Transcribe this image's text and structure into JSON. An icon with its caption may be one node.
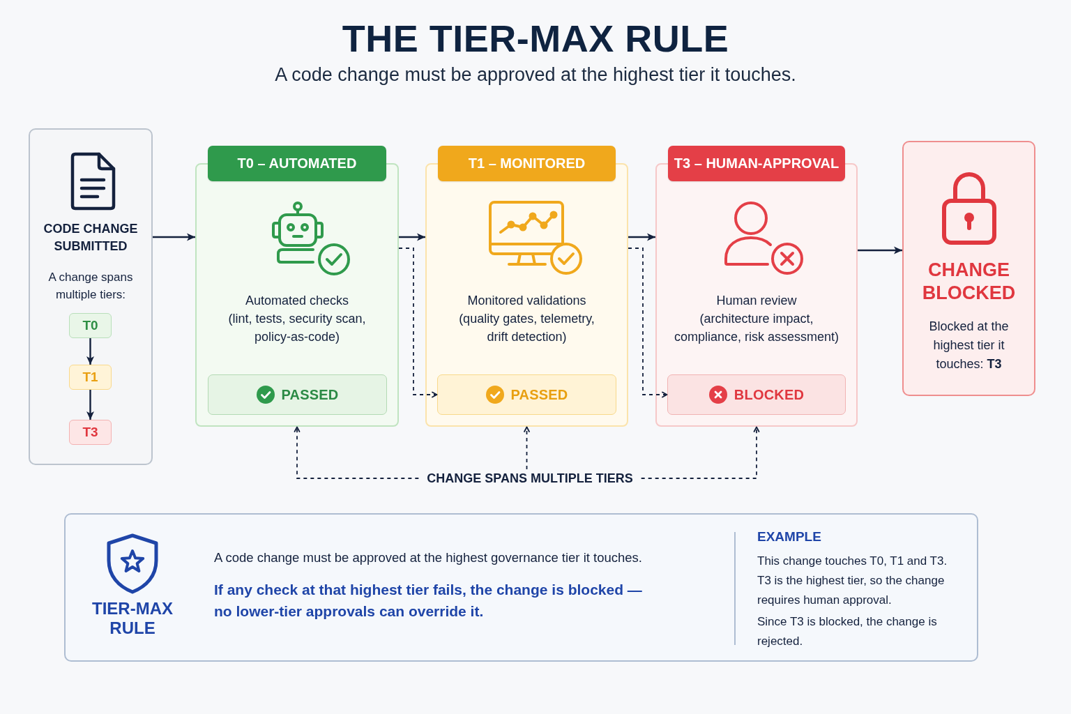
{
  "diagram": {
    "title": "THE TIER-MAX RULE",
    "nodes": [
      {
        "text": [
          "CODE CHANGE SUBMITTED",
          "A change spans multiple tiers:"
        ]
      },
      {
        "text": [
          "T0"
        ],
        "in": 0
      },
      {
        "text": [
          "T1"
        ],
        "in": 0
      },
      {
        "text": [
          "T3"
        ],
        "in": 0
      },
      {
        "text": [
          "T0 – AUTOMATED",
          "Automated checks",
          "(lint, tests, security scan, policy-as-code)"
        ]
      },
      {
        "text": [
          "PASSED"
        ],
        "in": 4
      },
      {
        "text": [
          "T1 – MONITORED",
          "Monitored validations",
          "(quality gates, telemetry, drift detection)"
        ]
      },
      {
        "text": [
          "PASSED"
        ],
        "in": 6
      },
      {
        "text": [
          "T3 – HUMAN-APPROVAL",
          "Human review",
          "(architecture impact, compliance, risk assessment)"
        ]
      },
      {
        "text": [
          "BLOCKED"
        ],
        "in": 8
      },
      {
        "text": [
          "CHANGE BLOCKED",
          "Blocked at the highest tier it touches: **T3**"
        ]
      },
      {
        "text": [
          "CHANGE SPANS MULTIPLE TIERS"
        ]
      },
      {
        "text": [
          "TIER-MAX RULE",
          "A code change must be approved at the highest governance tier it touches.",
          "If any check at that highest tier fails, the change is blocked — no lower-tier approvals can override it.",
          "EXAMPLE",
          "This change touches T0, T1 and T3. T3 is the highest tier, so the change requires human approval.",
          "Since T3 is blocked, the change is rejected."
        ]
      }
    ],
    "edges": [
      {
        "from": 0,
        "to": 4,
        "arrow": "to"
      },
      {
        "from": 4,
        "to": 6,
        "arrow": "to"
      },
      {
        "from": 6,
        "to": 8,
        "arrow": "to"
      },
      {
        "from": 8,
        "to": 10,
        "arrow": "to"
      },
      {
        "from": 1,
        "to": 2,
        "arrow": "to"
      },
      {
        "from": 2,
        "to": 3,
        "arrow": "to"
      },
      {
        "from": 4,
        "to": 7,
        "arrow": "to",
        "style": "dashed"
      },
      {
        "from": 6,
        "to": 9,
        "arrow": "to",
        "style": "dashed"
      },
      {
        "from": 11,
        "to": 4,
        "arrow": "to",
        "style": "dashed"
      },
      {
        "from": 11,
        "to": 6,
        "arrow": "to",
        "style": "dashed"
      },
      {
        "from": 11,
        "to": 8,
        "arrow": "to",
        "style": "dashed"
      }
    ],
    "labels": [
      "A code change must be approved at the highest tier it touches."
    ]
  }
}
